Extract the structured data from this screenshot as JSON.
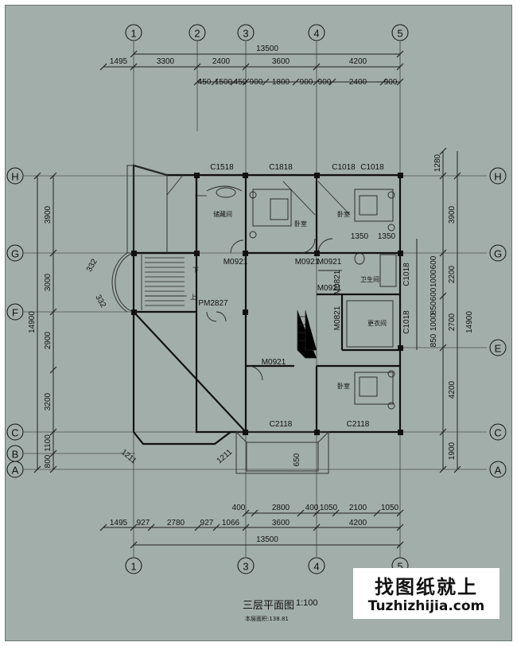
{
  "plan": {
    "title": "三层平面图",
    "scale": "1:100",
    "area_note": "本层面积:138.81"
  },
  "watermark": {
    "brand_cn": "找图纸就上",
    "brand_en": "Tuzhizhijia.com"
  },
  "axes": {
    "top": [
      "1",
      "2",
      "3",
      "4",
      "5"
    ],
    "bottom": [
      "1",
      "3",
      "4",
      "5"
    ],
    "left": [
      "H",
      "G",
      "F",
      "C",
      "B",
      "A"
    ],
    "right": [
      "H",
      "G",
      "E",
      "C",
      "A"
    ]
  },
  "dims": {
    "top_total": "13500",
    "top_row1": [
      "1495",
      "3300",
      "2400",
      "3600",
      "4200"
    ],
    "top_row2": [
      "450",
      "1500",
      "450",
      "900",
      "1800",
      "900",
      "900",
      "2400",
      "900"
    ],
    "bottom_row1": [
      "400",
      "2800",
      "400",
      "1050",
      "2100",
      "1050"
    ],
    "bottom_row2": [
      "1495",
      "927",
      "2780",
      "927",
      "1066",
      "3600",
      "4200"
    ],
    "bottom_total": "13500",
    "left_outer": [
      "3900",
      "3000",
      "2900",
      "3200",
      "1100",
      "800"
    ],
    "left_total": "14900",
    "right_inner": [
      "1280",
      "3900",
      "2200",
      "2700",
      "4200",
      "1900"
    ],
    "right_detail": [
      "600",
      "1000",
      "600",
      "850",
      "1000",
      "850"
    ],
    "right_total": "14900",
    "misc": [
      "1350",
      "1350",
      "332",
      "332",
      "1211",
      "1211",
      "650"
    ]
  },
  "labels": {
    "windows": [
      "C1518",
      "C1818",
      "C1018",
      "C1018",
      "C1018",
      "C1018",
      "C2118",
      "C2118"
    ],
    "doors": [
      "M0921",
      "M0921",
      "M0921",
      "M0921",
      "M0921",
      "M0821",
      "M0821",
      "PM2827"
    ],
    "rooms": [
      "储藏间",
      "卧室",
      "卧室",
      "卫生间",
      "更衣间",
      "卧室"
    ],
    "stair": [
      "下",
      "上"
    ]
  }
}
